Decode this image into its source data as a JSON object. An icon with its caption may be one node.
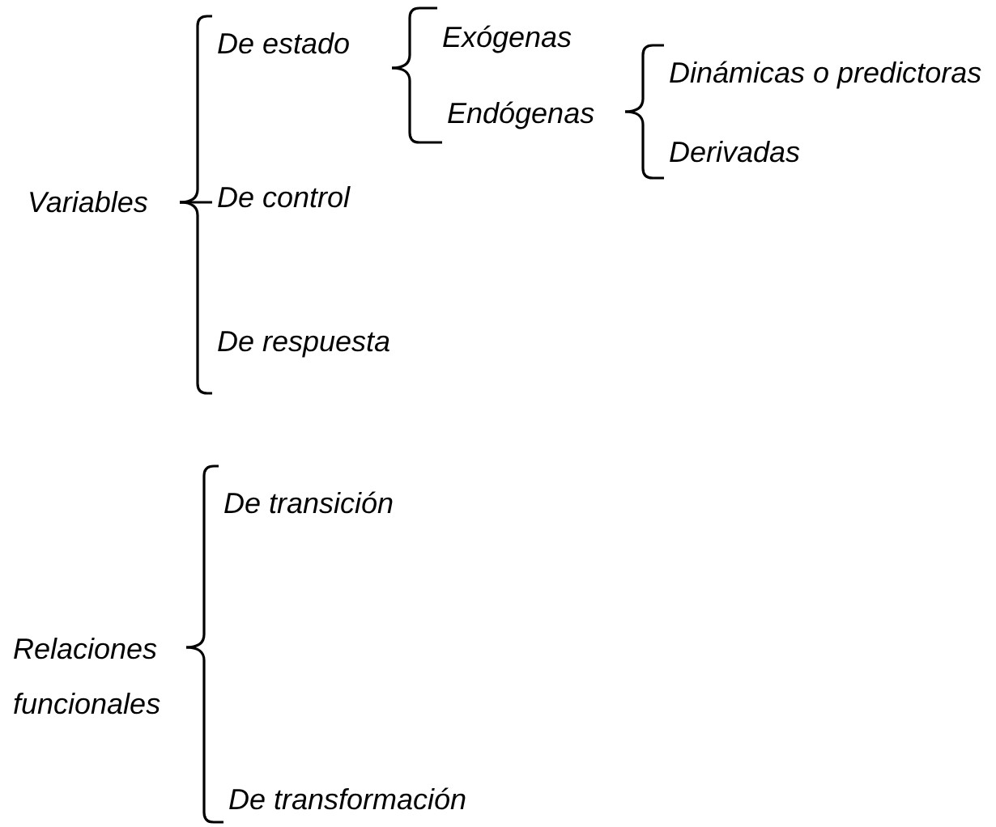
{
  "diagram": {
    "nodes": [
      {
        "text": [
          "Variables"
        ]
      },
      {
        "text": [
          "De estado"
        ]
      },
      {
        "text": [
          "Exógenas"
        ]
      },
      {
        "text": [
          "Endógenas"
        ]
      },
      {
        "text": [
          "Dinámicas o predictoras"
        ]
      },
      {
        "text": [
          "Derivadas"
        ]
      },
      {
        "text": [
          "De control"
        ]
      },
      {
        "text": [
          "De respuesta"
        ]
      },
      {
        "text": [
          "Relaciones funcionales"
        ]
      },
      {
        "text": [
          "De transición"
        ]
      },
      {
        "text": [
          "De transformación"
        ]
      }
    ],
    "edges": [
      {
        "from": 0,
        "to": 1,
        "arrow": "none"
      },
      {
        "from": 0,
        "to": 6,
        "arrow": "none"
      },
      {
        "from": 0,
        "to": 7,
        "arrow": "none"
      },
      {
        "from": 1,
        "to": 2,
        "arrow": "none"
      },
      {
        "from": 1,
        "to": 3,
        "arrow": "none"
      },
      {
        "from": 3,
        "to": 4,
        "arrow": "none"
      },
      {
        "from": 3,
        "to": 5,
        "arrow": "none"
      },
      {
        "from": 8,
        "to": 9,
        "arrow": "none"
      },
      {
        "from": 8,
        "to": 10,
        "arrow": "none"
      }
    ]
  }
}
